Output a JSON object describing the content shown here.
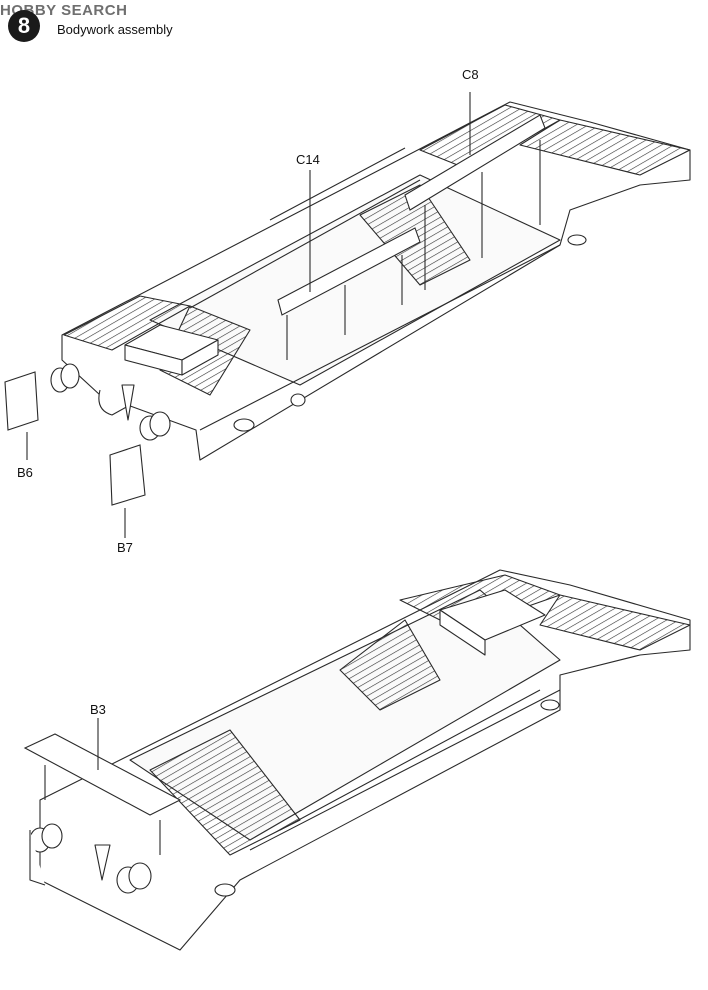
{
  "header": {
    "watermark": "HOBBY SEARCH",
    "step_number": "8",
    "step_title": "Bodywork assembly"
  },
  "callouts": {
    "c8": "C8",
    "c14": "C14",
    "b6": "B6",
    "b7": "B7",
    "b3": "B3"
  },
  "colors": {
    "line": "#2a2a2a",
    "fill": "#ffffff",
    "shade": "#f3f3f3"
  }
}
